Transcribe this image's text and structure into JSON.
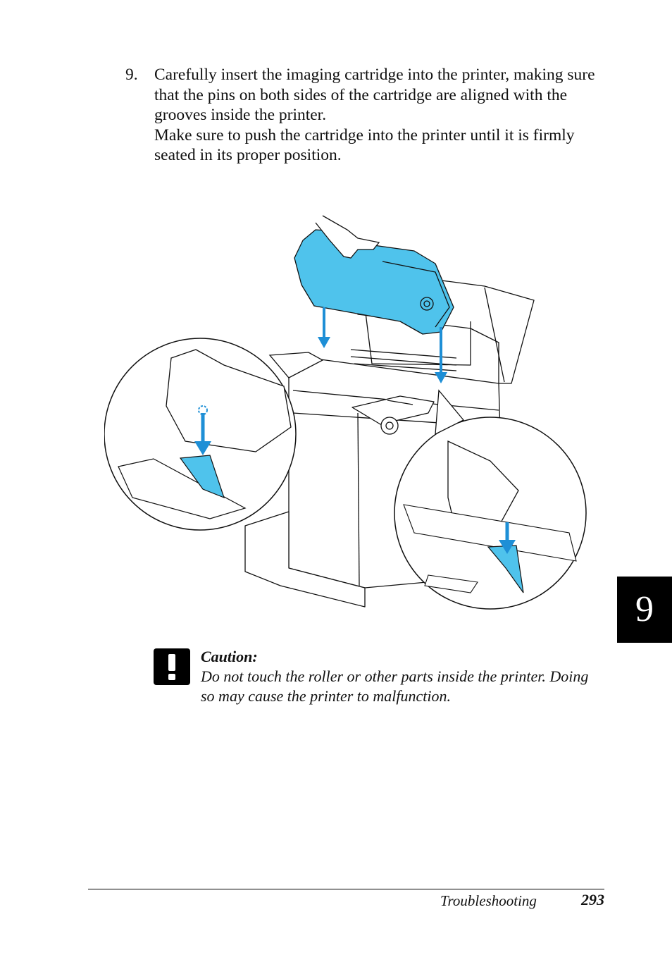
{
  "step": {
    "number": "9.",
    "line1": "Carefully insert the imaging cartridge into the printer, making sure that the pins on both sides of the cartridge are aligned with the grooves inside the printer.",
    "line2": "Make sure to push the cartridge into the printer until it is firmly seated in its proper position."
  },
  "caution": {
    "title": "Caution:",
    "body": "Do not touch the roller or other parts inside the printer. Doing so may cause the printer to malfunction."
  },
  "chapter_tab": "9",
  "footer": {
    "section": "Troubleshooting",
    "page": "293"
  },
  "colors": {
    "cartridge": "#4fc3ec",
    "arrow": "#1e8fd6",
    "outline": "#111111"
  }
}
